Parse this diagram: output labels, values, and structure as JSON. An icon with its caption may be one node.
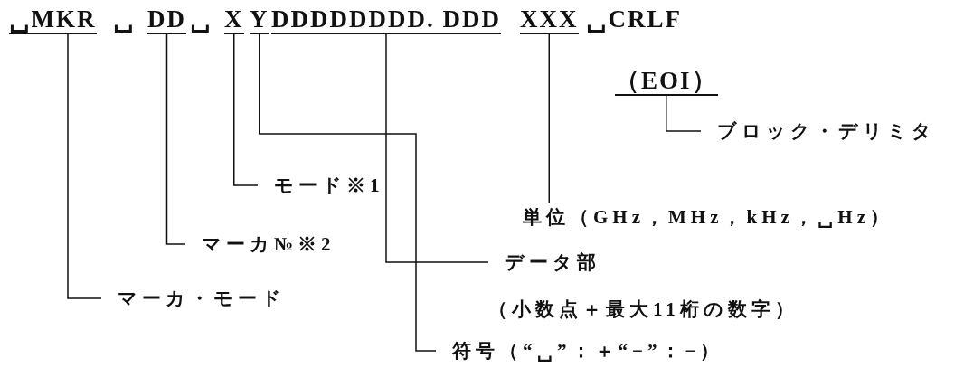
{
  "diagram": {
    "nodes": [
      {
        "text": [
          "␣MKR"
        ]
      },
      {
        "text": [
          "DD"
        ]
      },
      {
        "text": [
          "X"
        ]
      },
      {
        "text": [
          "Y"
        ]
      },
      {
        "text": [
          "DDDDDDDD. DDD"
        ]
      },
      {
        "text": [
          "XXX"
        ]
      },
      {
        "text": [
          "（EOI）"
        ]
      },
      {
        "text": [
          "モード※1"
        ]
      },
      {
        "text": [
          "マーカ№※2"
        ]
      },
      {
        "text": [
          "マーカ・モード"
        ]
      },
      {
        "text": [
          "符号（“␣”：＋“−”：−）"
        ]
      },
      {
        "text": [
          "単位（GHz，MHz，kHz，␣Hz）"
        ]
      },
      {
        "text": [
          "データ部",
          "（小数点＋最大11桁の数字）"
        ]
      },
      {
        "text": [
          "ブロック・デリミタ"
        ]
      }
    ],
    "edges": [
      {
        "from": 7,
        "to": 2,
        "arrow": "none"
      },
      {
        "from": 8,
        "to": 1,
        "arrow": "none"
      },
      {
        "from": 9,
        "to": 0,
        "arrow": "none"
      },
      {
        "from": 10,
        "to": 3,
        "arrow": "none"
      },
      {
        "from": 11,
        "to": 5,
        "arrow": "none"
      },
      {
        "from": 12,
        "to": 4,
        "arrow": "none"
      },
      {
        "from": 13,
        "to": 6,
        "arrow": "none"
      }
    ],
    "labels": [
      "␣",
      "␣",
      "␣CRLF"
    ]
  }
}
